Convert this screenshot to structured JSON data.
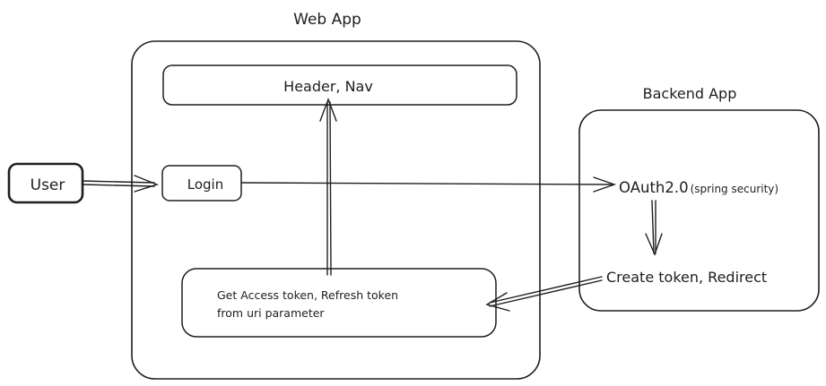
{
  "webapp": {
    "title": "Web App",
    "header_nav": "Header, Nav",
    "login": "Login",
    "get_token_line1": "Get Access token, Refresh token",
    "get_token_line2": "from uri parameter"
  },
  "user": {
    "label": "User"
  },
  "backend": {
    "title": "Backend App",
    "oauth_main": "OAuth2.0",
    "oauth_note": "(spring security)",
    "create_token": "Create token, Redirect"
  },
  "colors": {
    "stroke": "#1e1e1e",
    "background": "#ffffff"
  }
}
